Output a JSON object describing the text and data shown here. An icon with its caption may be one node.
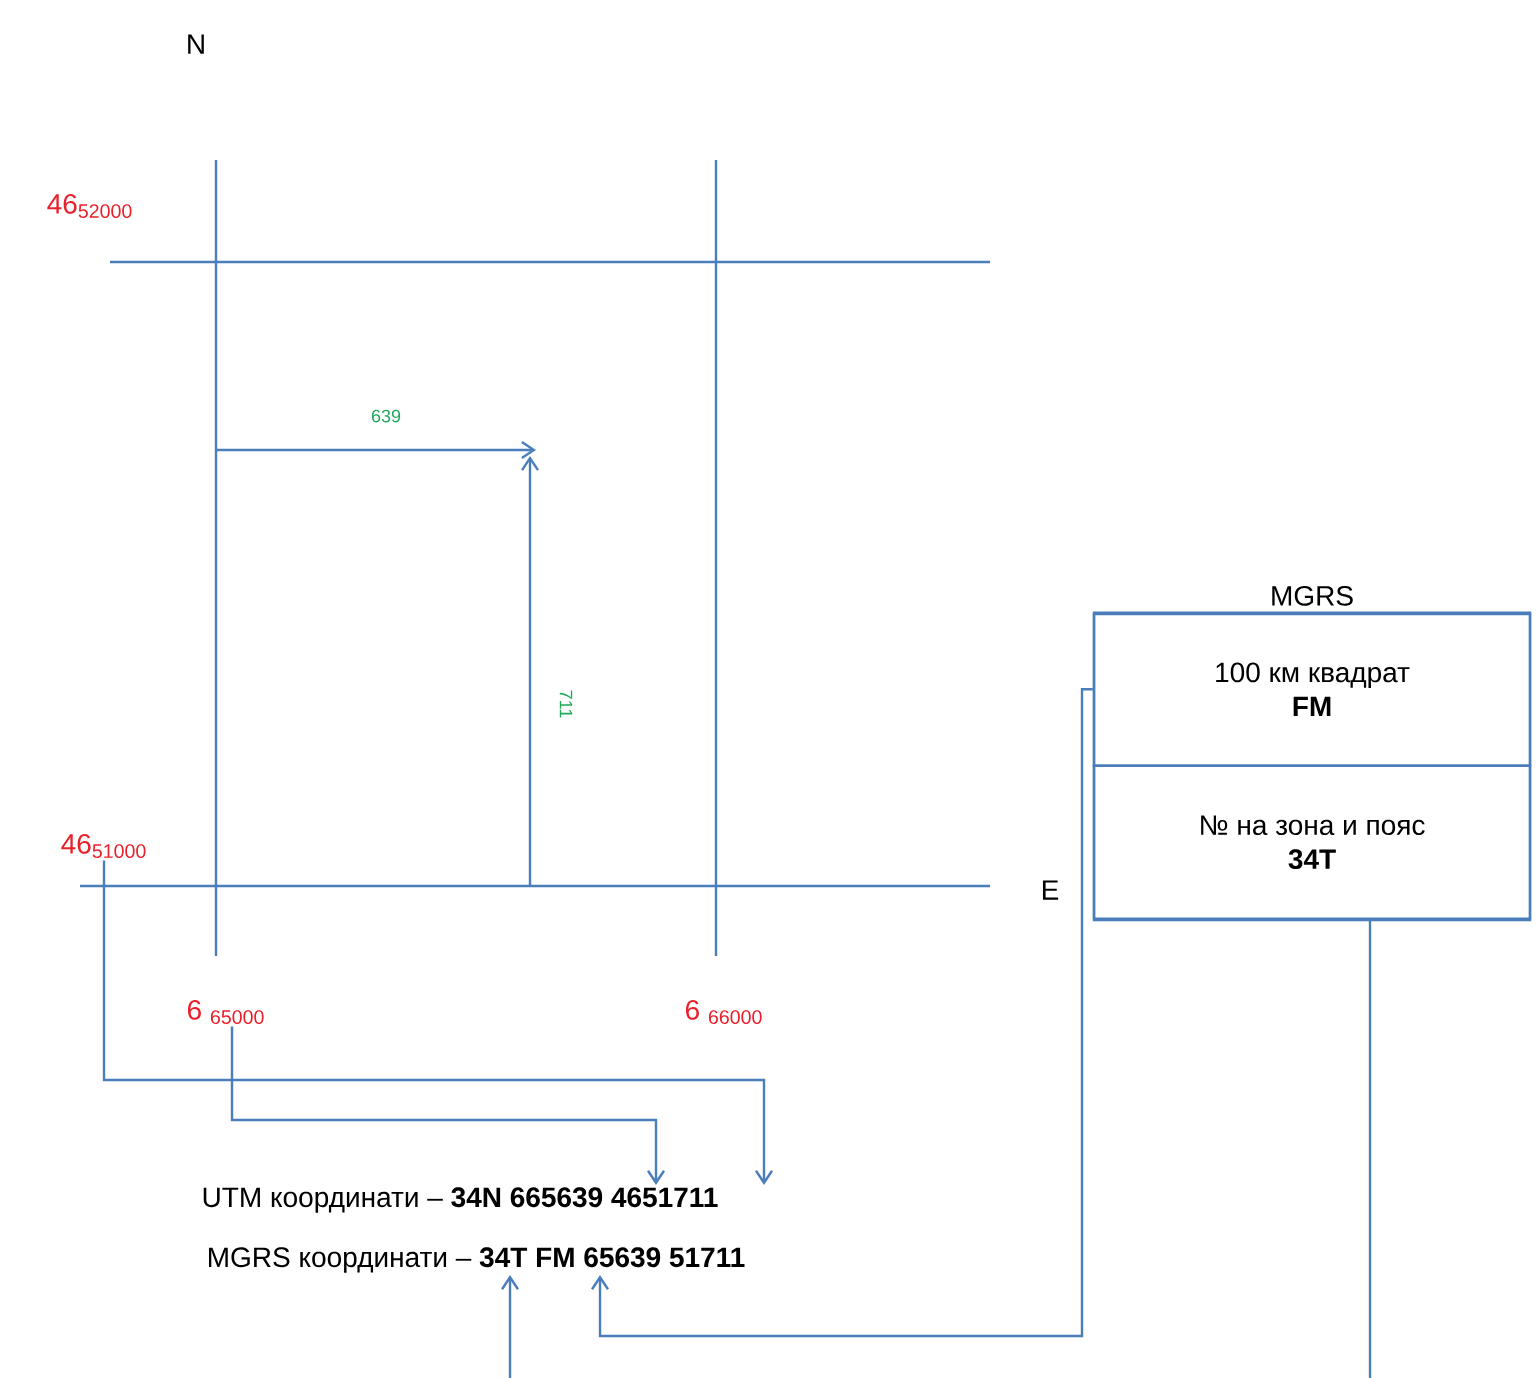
{
  "diagram": {
    "nodes": [
      {
        "text": [
          "MGRS"
        ]
      },
      {
        "text": [
          "100 км квадрат",
          "FM"
        ],
        "in": 0
      },
      {
        "text": [
          "№ на зона и пояс",
          "34T"
        ],
        "in": 0
      },
      {
        "text": [
          "46$_{51000}$"
        ]
      },
      {
        "text": [
          "6 $_{65000}$"
        ]
      },
      {
        "text": [
          "UTM координати – **34N 665639 4651711**"
        ]
      },
      {
        "text": [
          "MGRS координати – **34T FM 65639 51711**"
        ]
      }
    ],
    "edges": [
      {
        "from": 3,
        "to": 5,
        "arrow": "to"
      },
      {
        "from": 4,
        "to": 5,
        "arrow": "to"
      },
      {
        "from": 1,
        "to": 6,
        "arrow": "to"
      },
      {
        "from": 2,
        "to": 6,
        "arrow": "to"
      }
    ],
    "labels": [
      "N",
      "46$_{52000}$",
      "639",
      "711",
      "E",
      "6 $_{66000}$"
    ]
  }
}
